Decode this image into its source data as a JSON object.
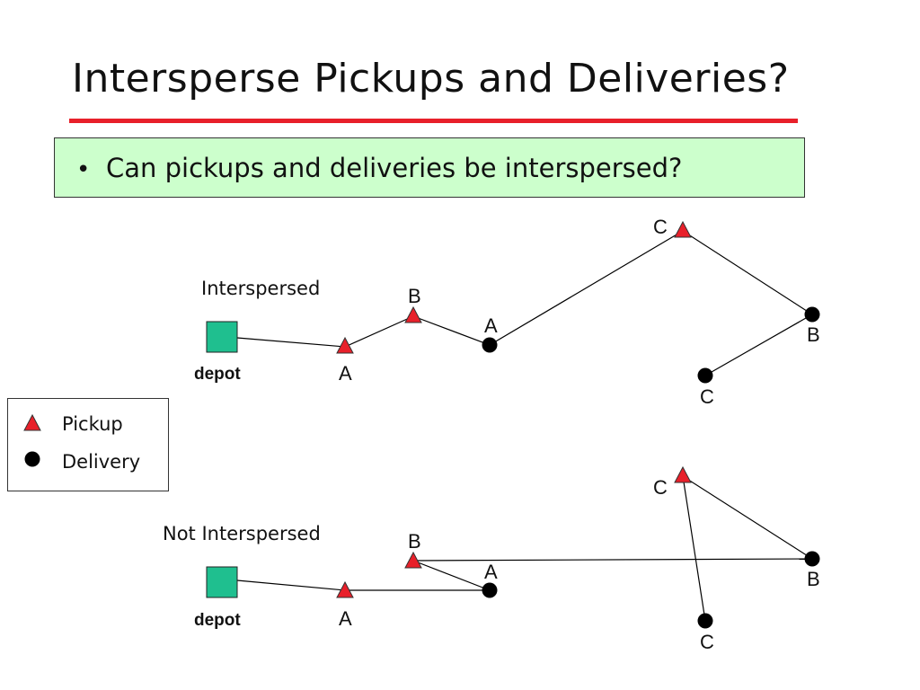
{
  "title": "Intersperse Pickups and Deliveries?",
  "bullet": "Can pickups and deliveries be interspersed?",
  "colors": {
    "pickup": "#e8202a",
    "delivery": "#000000",
    "depot": "#1fbf8f",
    "title_rule": "#e8202a",
    "bullet_box": "#ccffcc"
  },
  "legend": {
    "pickup_label": "Pickup",
    "delivery_label": "Delivery"
  },
  "diagrams": {
    "interspersed": {
      "caption": "Interspersed",
      "depot_label": "depot",
      "labels": {
        "pickup_a": "A",
        "pickup_b": "B",
        "pickup_c": "C",
        "delivery_a": "A",
        "delivery_b": "B",
        "delivery_c": "C"
      }
    },
    "not_interspersed": {
      "caption": "Not Interspersed",
      "depot_label": "depot",
      "labels": {
        "pickup_a": "A",
        "pickup_b": "B",
        "pickup_c": "C",
        "delivery_a": "A",
        "delivery_b": "B",
        "delivery_c": "C"
      }
    }
  }
}
